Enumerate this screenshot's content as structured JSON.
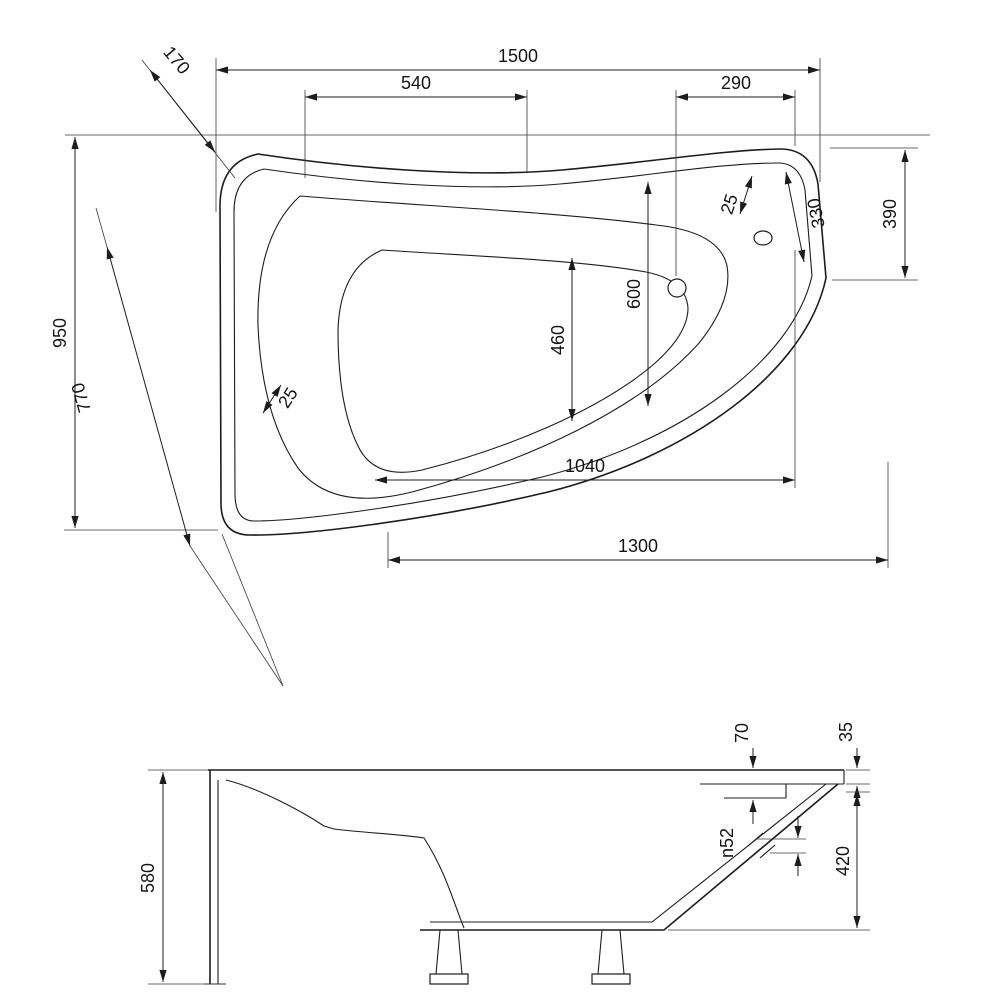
{
  "drawing": {
    "name": "corner-bathtub-technical-drawing",
    "top_view": {
      "dims": {
        "d1500": "1500",
        "d170": "170",
        "d540": "540",
        "d290": "290",
        "d950": "950",
        "d770": "770",
        "d390": "390",
        "d330": "330",
        "d25_right": "25",
        "d600": "600",
        "d460": "460",
        "d25_left": "25",
        "d1040": "1040",
        "d1300": "1300"
      }
    },
    "side_view": {
      "dims": {
        "d70": "70",
        "d35": "35",
        "dn52": "n52",
        "d420": "420",
        "d580": "580"
      }
    },
    "colors": {
      "line": "#1c1c1c",
      "background": "#ffffff"
    }
  }
}
